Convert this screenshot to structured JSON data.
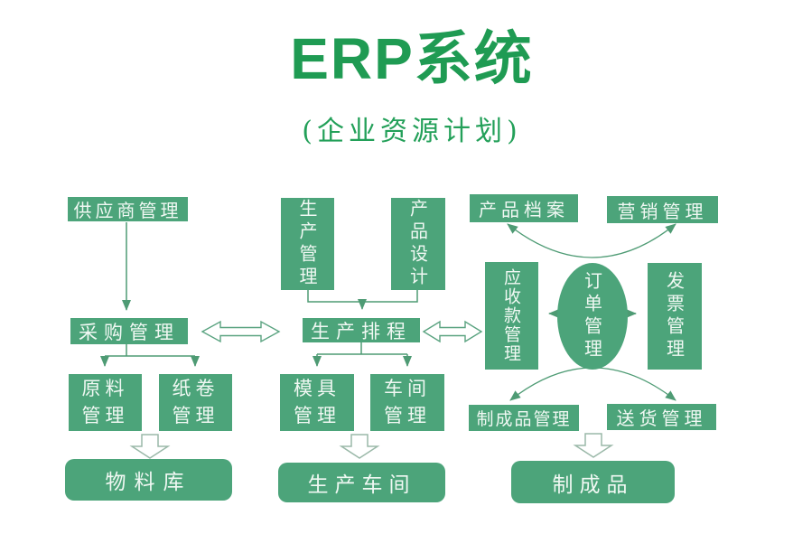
{
  "title": "ERP系统",
  "subtitle": "(企业资源计划)",
  "colors": {
    "box_fill": "#4ca47a",
    "title_green": "#1f9b53",
    "subtitle_green": "#23a059",
    "connector_green": "#4e9b74",
    "hollow_arrow_outline": "#9ab8a8",
    "box_text": "#f0f8f3",
    "background": "#ffffff"
  },
  "nodes": {
    "supplier_mgmt": "供应商管理",
    "procurement_mgmt": "采购管理",
    "raw_material_mgmt": "原料管理",
    "paper_roll_mgmt": "纸卷管理",
    "material_warehouse": "物料库",
    "production_mgmt": "生产管理",
    "product_design": "产品设计",
    "production_scheduling": "生产排程",
    "mold_mgmt": "模具管理",
    "workshop_mgmt": "车间管理",
    "production_workshop": "生产车间",
    "product_archive": "产品档案",
    "marketing_mgmt": "营销管理",
    "receivables_mgmt": "应收款管理",
    "order_mgmt": "订单管理",
    "invoice_mgmt": "发票管理",
    "finished_goods_mgmt": "制成品管理",
    "delivery_mgmt": "送货管理",
    "finished_goods": "制成品"
  }
}
